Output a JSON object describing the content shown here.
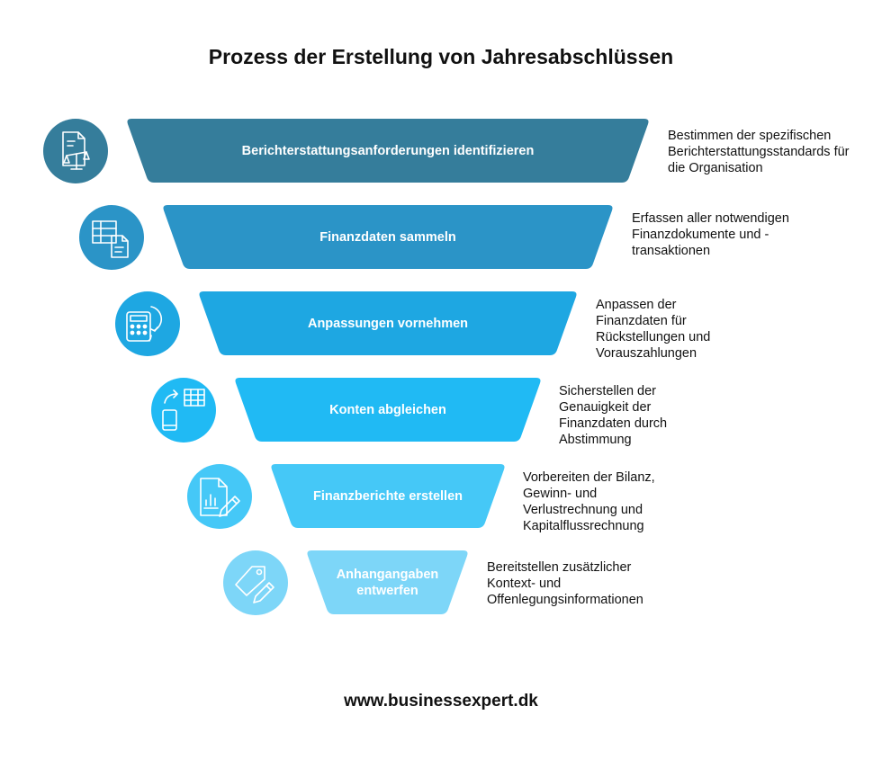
{
  "title": "Prozess der Erstellung von Jahresabschlüssen",
  "footer": "www.businessexpert.dk",
  "steps": [
    {
      "label": "Berichterstattungsanforderungen identifizieren",
      "description": "Bestimmen der spezifischen Berichterstattungsstandards für die Organisation",
      "color": "#357D9B",
      "icon": "document-scale-icon"
    },
    {
      "label": "Finanzdaten sammeln",
      "description": "Erfassen aller notwendigen Finanzdokumente und -transaktionen",
      "color": "#2B94C7",
      "icon": "table-document-icon"
    },
    {
      "label": "Anpassungen vornehmen",
      "description": "Anpassen der Finanzdaten für Rückstellungen und Vorauszahlungen",
      "color": "#1EA7E2",
      "icon": "calculator-refresh-icon"
    },
    {
      "label": "Konten abgleichen",
      "description": "Sicherstellen der Genauigkeit der Finanzdaten durch Abstimmung",
      "color": "#20BAF4",
      "icon": "phone-sync-grid-icon"
    },
    {
      "label": "Finanzberichte erstellen",
      "description": "Vorbereiten der Bilanz, Gewinn- und Verlustrechnung und Kapitalflussrechnung",
      "color": "#45C8F7",
      "icon": "report-chart-pencil-icon"
    },
    {
      "label": "Anhangangaben entwerfen",
      "description": "Bereitstellen zusätzlicher Kontext- und Offenlegungsinformationen",
      "color": "#7DD6F8",
      "icon": "tag-pencil-icon"
    }
  ]
}
